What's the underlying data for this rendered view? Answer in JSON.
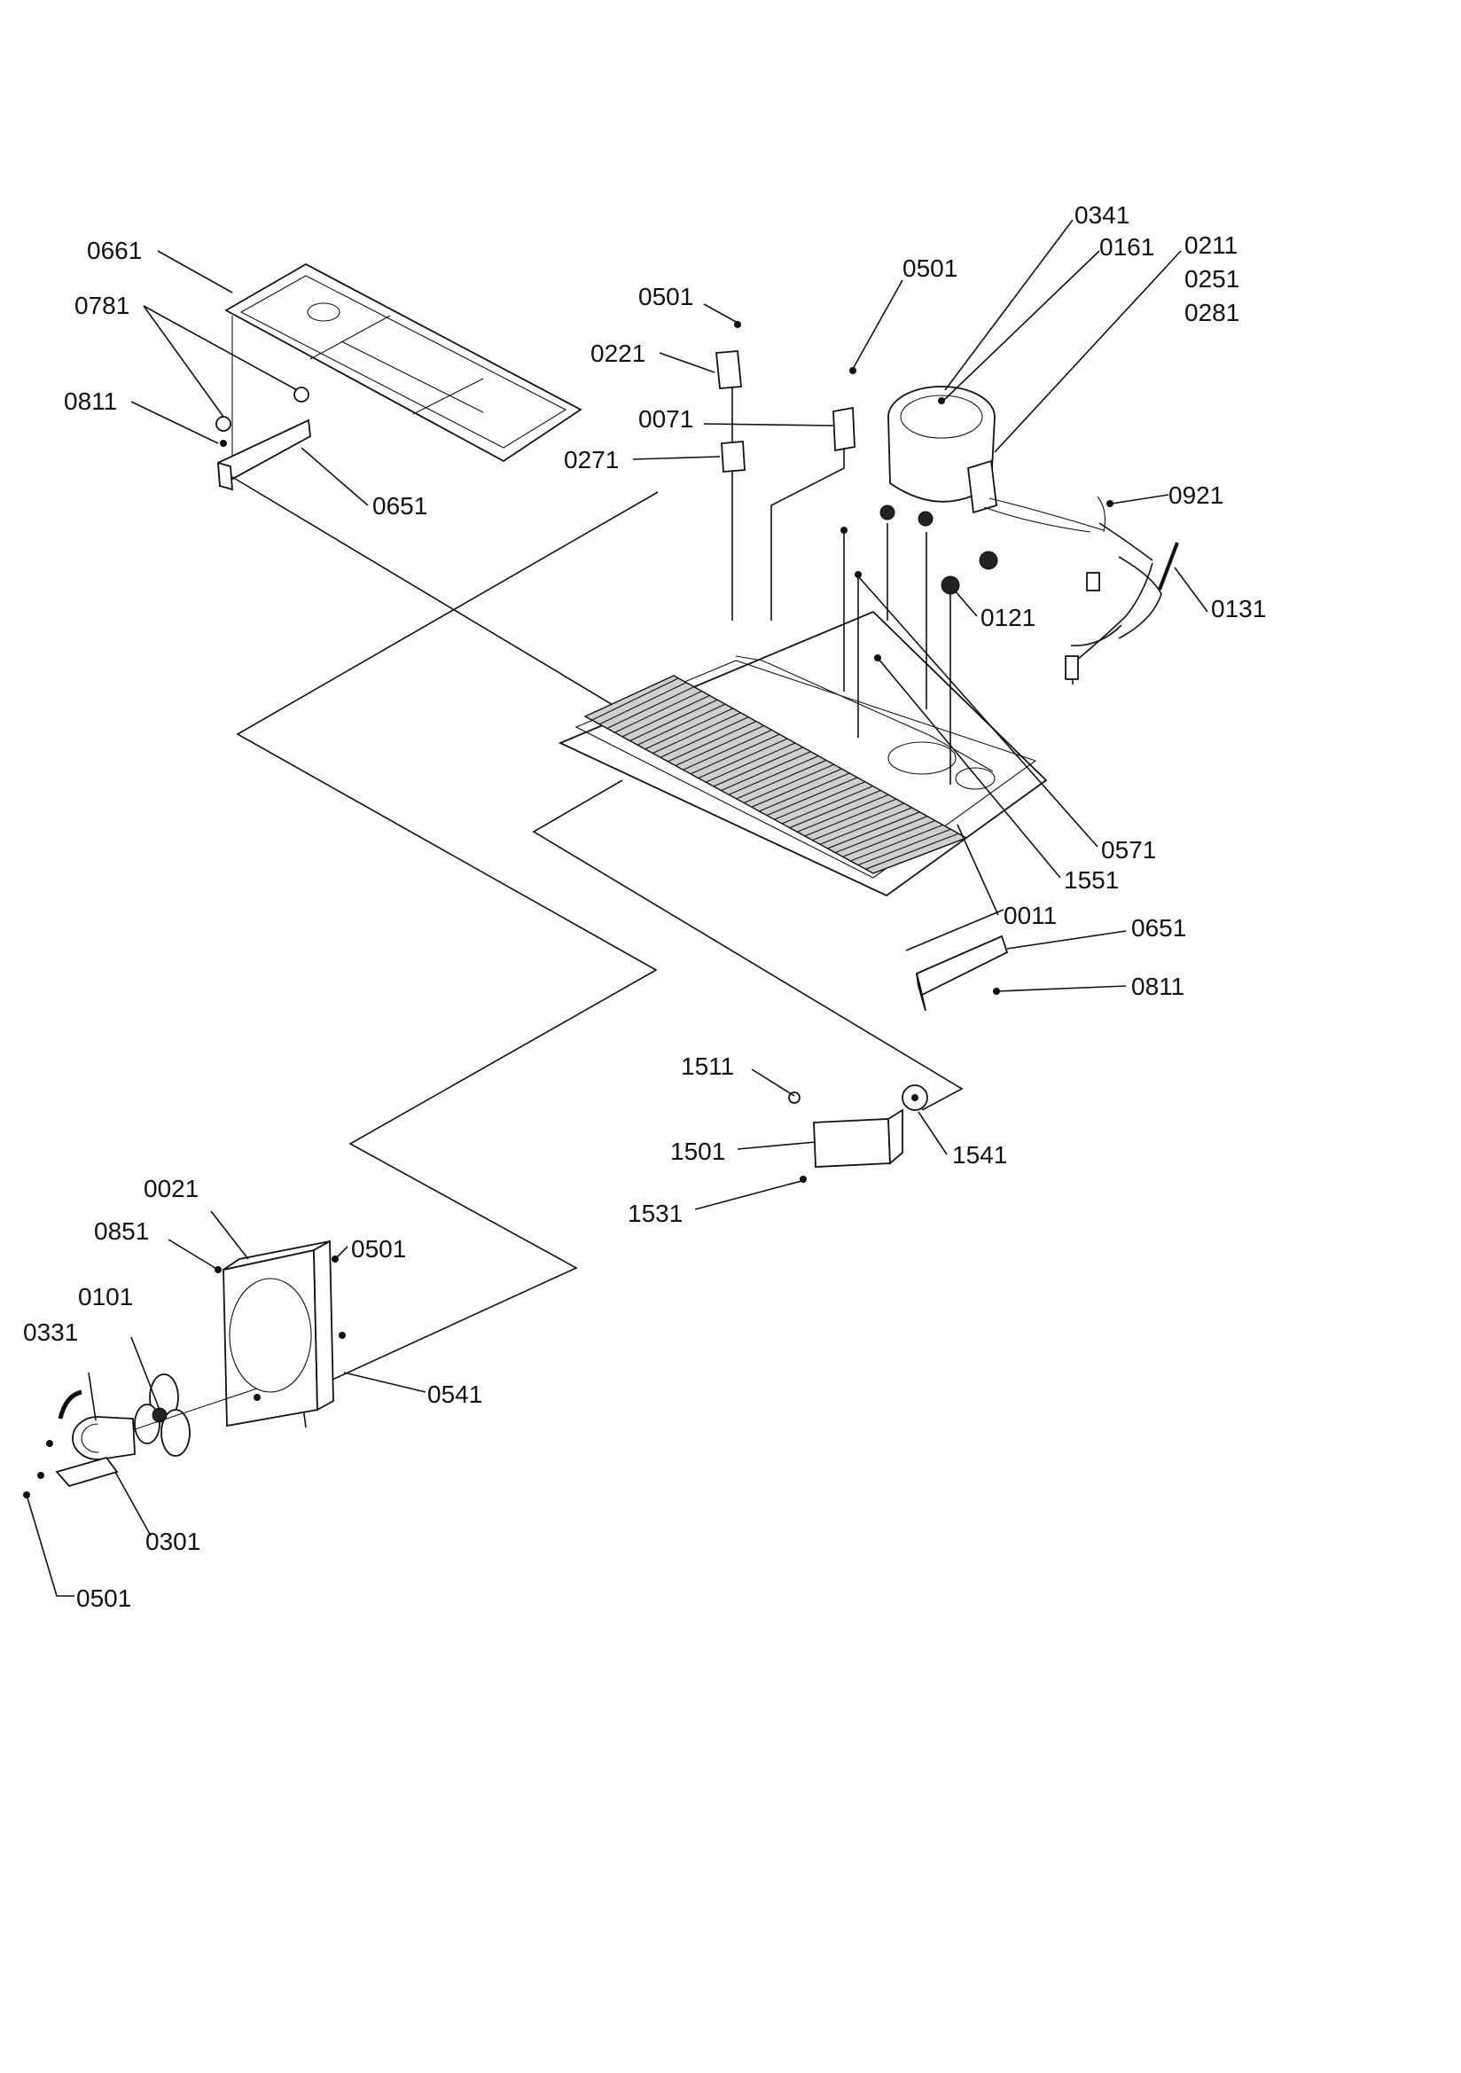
{
  "diagram": {
    "callouts": [
      "0661",
      "0781",
      "0811",
      "0651",
      "0501",
      "0221",
      "0071",
      "0271",
      "0341",
      "0161",
      "0211",
      "0251",
      "0281",
      "0921",
      "0131",
      "0121",
      "0571",
      "1551",
      "0011",
      "1511",
      "1501",
      "1541",
      "1531",
      "0021",
      "0851",
      "0101",
      "0331",
      "0301",
      "0541"
    ]
  },
  "labels": {
    "l0661": "0661",
    "l0781": "0781",
    "l0811a": "0811",
    "l0651a": "0651",
    "l0501a": "0501",
    "l0501b": "0501",
    "l0221": "0221",
    "l0071": "0071",
    "l0271": "0271",
    "l0341": "0341",
    "l0161": "0161",
    "l0211": "0211",
    "l0251": "0251",
    "l0281": "0281",
    "l0921": "0921",
    "l0131": "0131",
    "l0121": "0121",
    "l0571": "0571",
    "l1551": "1551",
    "l0011": "0011",
    "l0651b": "0651",
    "l0811b": "0811",
    "l1511": "1511",
    "l1501": "1501",
    "l1541": "1541",
    "l1531": "1531",
    "l0021": "0021",
    "l0851": "0851",
    "l0501c": "0501",
    "l0101": "0101",
    "l0331": "0331",
    "l0541": "0541",
    "l0301": "0301",
    "l0501d": "0501"
  }
}
